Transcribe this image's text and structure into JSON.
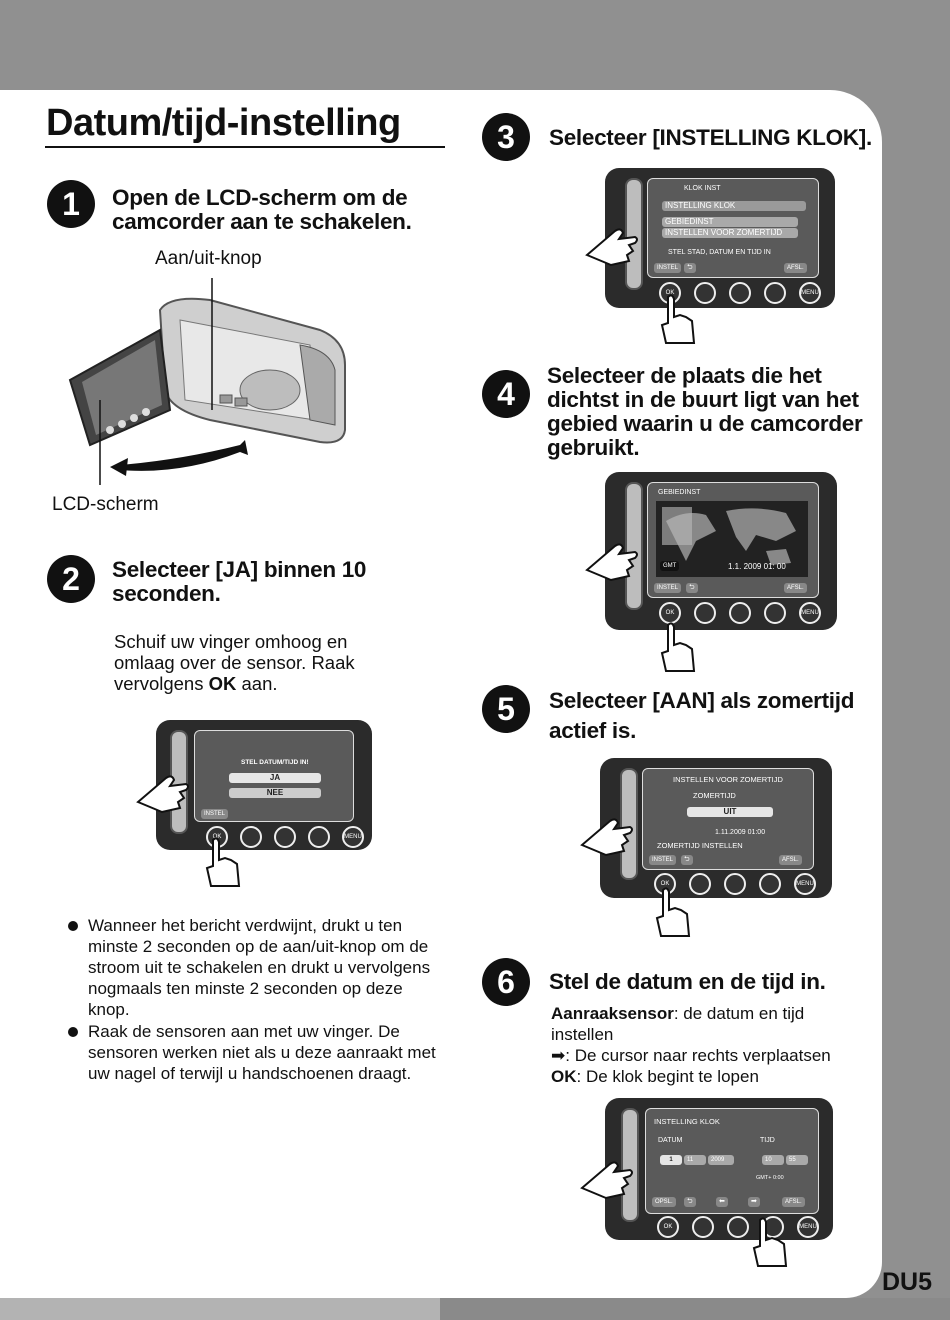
{
  "page_title": "Datum/tijd-instelling",
  "page_number": "DU5",
  "steps": [
    {
      "num": "1",
      "heading_l1": "Open de LCD-scherm om de",
      "heading_l2": "camcorder aan te schakelen."
    },
    {
      "num": "2",
      "heading_l1": "Selecteer [JA] binnen 10",
      "heading_l2": "seconden."
    },
    {
      "num": "3",
      "heading_l1": "Selecteer [INSTELLING KLOK]."
    },
    {
      "num": "4",
      "heading_l1": "Selecteer de plaats die het",
      "heading_l2": "dichtst in de buurt ligt van het",
      "heading_l3": "gebied waarin u de camcorder",
      "heading_l4": "gebruikt."
    },
    {
      "num": "5",
      "heading_l1": "Selecteer [AAN] als zomertijd",
      "heading_l2": "actief is."
    },
    {
      "num": "6",
      "heading_l1": "Stel de datum en de tijd in."
    }
  ],
  "labels": {
    "power_button": "Aan/uit-knop",
    "lcd_screen": "LCD-scherm"
  },
  "step2_body": {
    "line1": "Schuif uw vinger omhoog en",
    "line2": "omlaag over de sensor. Raak",
    "line3_pre": "vervolgens ",
    "line3_bold": "OK",
    "line3_post": " aan."
  },
  "bullets": [
    "Wanneer het bericht verdwijnt, drukt u ten minste 2 seconden op de aan/uit-knop om de stroom uit te schakelen en drukt u vervolgens nogmaals ten minste 2 seconden op deze knop.",
    "Raak de sensoren aan met uw vinger. De sensoren werken niet als u deze aanraakt met uw nagel of terwijl u handschoenen draagt."
  ],
  "step6_body": {
    "sensor_bold": "Aanraaksensor",
    "sensor_text": ": de datum en tijd instellen",
    "arrow_glyph": "➡",
    "arrow_text": ": De cursor naar rechts verplaatsen",
    "ok_bold": "OK",
    "ok_text": ": De klok begint te lopen"
  },
  "screens": {
    "s2": {
      "title": "STEL DATUM/TIJD IN!",
      "opt1": "JA",
      "opt2": "NEE",
      "set": "INSTEL"
    },
    "s3": {
      "title": "KLOK INST",
      "i1": "INSTELLING KLOK",
      "i2": "GEBIEDINST",
      "i3": "INSTELLEN VOOR ZOMERTIJD",
      "hint": "STEL STAD, DATUM EN TIJD IN",
      "set": "INSTEL",
      "back": "⮌",
      "end": "AFSL."
    },
    "s4": {
      "title": "GEBIEDINST",
      "gmt": "GMT",
      "date": "1.1. 2009   01: 00",
      "set": "INSTEL",
      "back": "⮌",
      "end": "AFSL."
    },
    "s5": {
      "title": "INSTELLEN VOOR ZOMERTIJD",
      "sub": "ZOMERTIJD",
      "val": "UIT",
      "date": "1.11.2009 01:00",
      "hint": "ZOMERTIJD INSTELLEN",
      "set": "INSTEL",
      "back": "⮌",
      "end": "AFSL."
    },
    "s6": {
      "title": "INSTELLING KLOK",
      "datum": "DATUM",
      "tijd": "TIJD",
      "d": "1",
      "m": "11",
      "y": "2009",
      "h": "10",
      "min": "55",
      "gmt": "GMT+   0:00",
      "save": "OPSL.",
      "back": "⮌",
      "left": "⬅",
      "right": "➡",
      "end": "AFSL."
    }
  },
  "ctrl": {
    "ok": "OK",
    "menu": "MENU"
  }
}
